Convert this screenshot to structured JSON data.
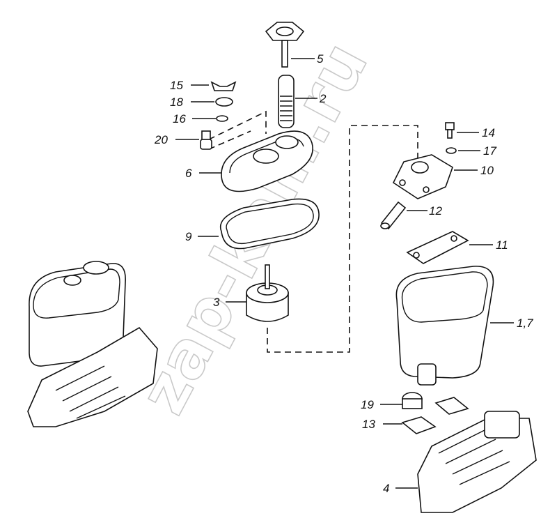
{
  "watermark": "zap-kam.ru",
  "callouts": [
    {
      "id": "c5",
      "text": "5"
    },
    {
      "id": "c2",
      "text": "2"
    },
    {
      "id": "c15",
      "text": "15"
    },
    {
      "id": "c18",
      "text": "18"
    },
    {
      "id": "c16",
      "text": "16"
    },
    {
      "id": "c20",
      "text": "20"
    },
    {
      "id": "c6",
      "text": "6"
    },
    {
      "id": "c14",
      "text": "14"
    },
    {
      "id": "c17",
      "text": "17"
    },
    {
      "id": "c10",
      "text": "10"
    },
    {
      "id": "c12",
      "text": "12"
    },
    {
      "id": "c9",
      "text": "9"
    },
    {
      "id": "c11",
      "text": "11"
    },
    {
      "id": "c3",
      "text": "3"
    },
    {
      "id": "c17b",
      "text": "1,7"
    },
    {
      "id": "c19",
      "text": "19"
    },
    {
      "id": "c13",
      "text": "13"
    },
    {
      "id": "c4",
      "text": "4"
    }
  ]
}
